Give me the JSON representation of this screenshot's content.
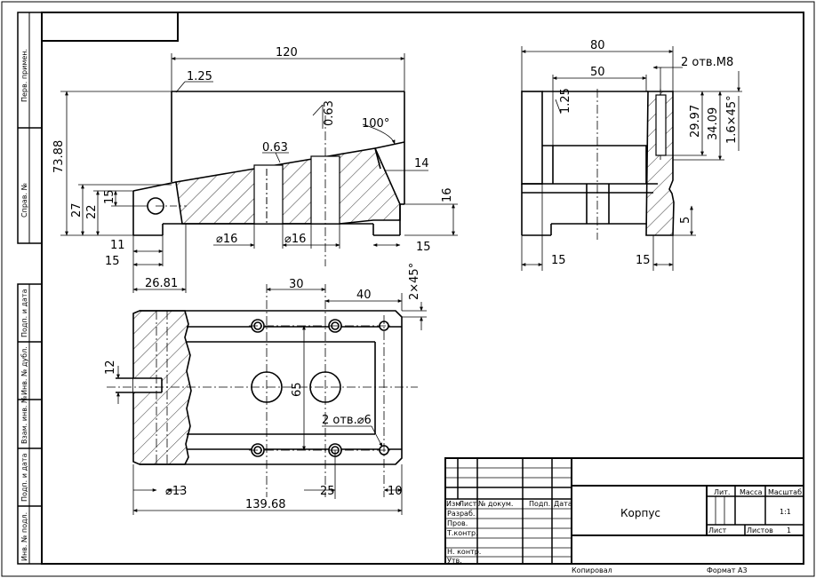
{
  "title_block": {
    "part_name": "Корпус",
    "scale": "1:1",
    "sheet_count": "1",
    "copied": "Копировал",
    "format": "Формат А3",
    "col_headers": [
      "Изм",
      "Лист",
      "№ докум.",
      "Подп.",
      "Дата"
    ],
    "row_labels": [
      "Разраб.",
      "Пров.",
      "Т.контр.",
      "Н. контр.",
      "Утв."
    ],
    "top_headers": [
      "Лит.",
      "Масса",
      "Масштаб"
    ],
    "sheet_label": "Лист",
    "sheets_label": "Листов"
  },
  "side_strip": {
    "labels": [
      "Перв. примен.",
      "Справ. №",
      "Подп. и дата",
      "Инв. № дубл.",
      "Взам. инв. №",
      "Подп. и дата",
      "Инв. № подл."
    ]
  },
  "dimensions": {
    "front": {
      "d120": "120",
      "r125": "1.25",
      "h7388": "73.88",
      "r063a": "0.63",
      "a100": "100°",
      "r063b": "0.63",
      "d14": "14",
      "d27": "27",
      "d22": "22",
      "d15v": "15",
      "d16v": "16",
      "d11": "11",
      "d15a": "15",
      "d2681": "26.81",
      "dia16a": "⌀16",
      "dia16b": "⌀16",
      "d15b": "15"
    },
    "side": {
      "d80": "80",
      "d50": "50",
      "m8": "2 отв.М8",
      "r125": "1.25",
      "d2997": "29.97",
      "d3409": "34.09",
      "ch16": "1.6×45°",
      "d5": "5",
      "d15a": "15",
      "d15b": "15"
    },
    "top": {
      "d30": "30",
      "d40": "40",
      "ch2": "2×45°",
      "d12": "12",
      "d65": "65",
      "holes": "2 отв.⌀6",
      "dia13": "⌀13",
      "d25": "25",
      "d10": "10",
      "d13968": "139.68"
    }
  }
}
